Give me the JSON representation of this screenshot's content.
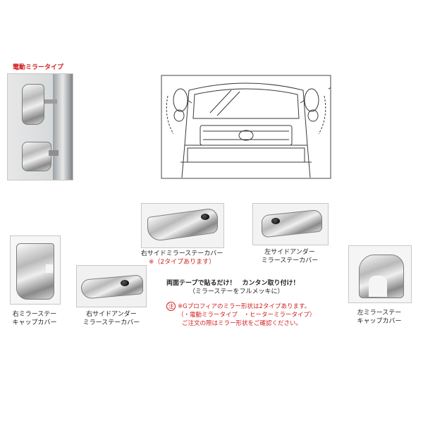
{
  "electric_mirror_label": "電動ミラータイプ",
  "products": {
    "right_side_mirror_stay": "右サイドミラーステーカバー",
    "two_types_note": "※（2タイプあります）",
    "left_side_under": "左サイドアンダー",
    "left_side_under_2": "ミラーステーカバー",
    "right_mirror_stay_cap": "右ミラーステー",
    "right_mirror_stay_cap_2": "キャップカバー",
    "right_side_under": "右サイドアンダー",
    "right_side_under_2": "ミラーステーカバー",
    "left_mirror_stay_cap": "左ミラーステー",
    "left_mirror_stay_cap_2": "キャップカバー"
  },
  "info": {
    "tape_line": "両面テープで貼るだけ！　カンタン取り付け！",
    "full_plating": "（ミラーステーをフルメッキに）",
    "note_mark": "注",
    "note_line1": "※Gプロフィアのミラー形状は2タイプあります。",
    "note_line2": "（・電動ミラータイプ　・ヒーターミラータイプ）",
    "note_line3": "ご注文の際はミラー形状をご確認ください。"
  },
  "colors": {
    "accent_red": "#d21e1e",
    "chrome_dark": "#7d7d7d",
    "line_art": "#3a3a3a"
  }
}
